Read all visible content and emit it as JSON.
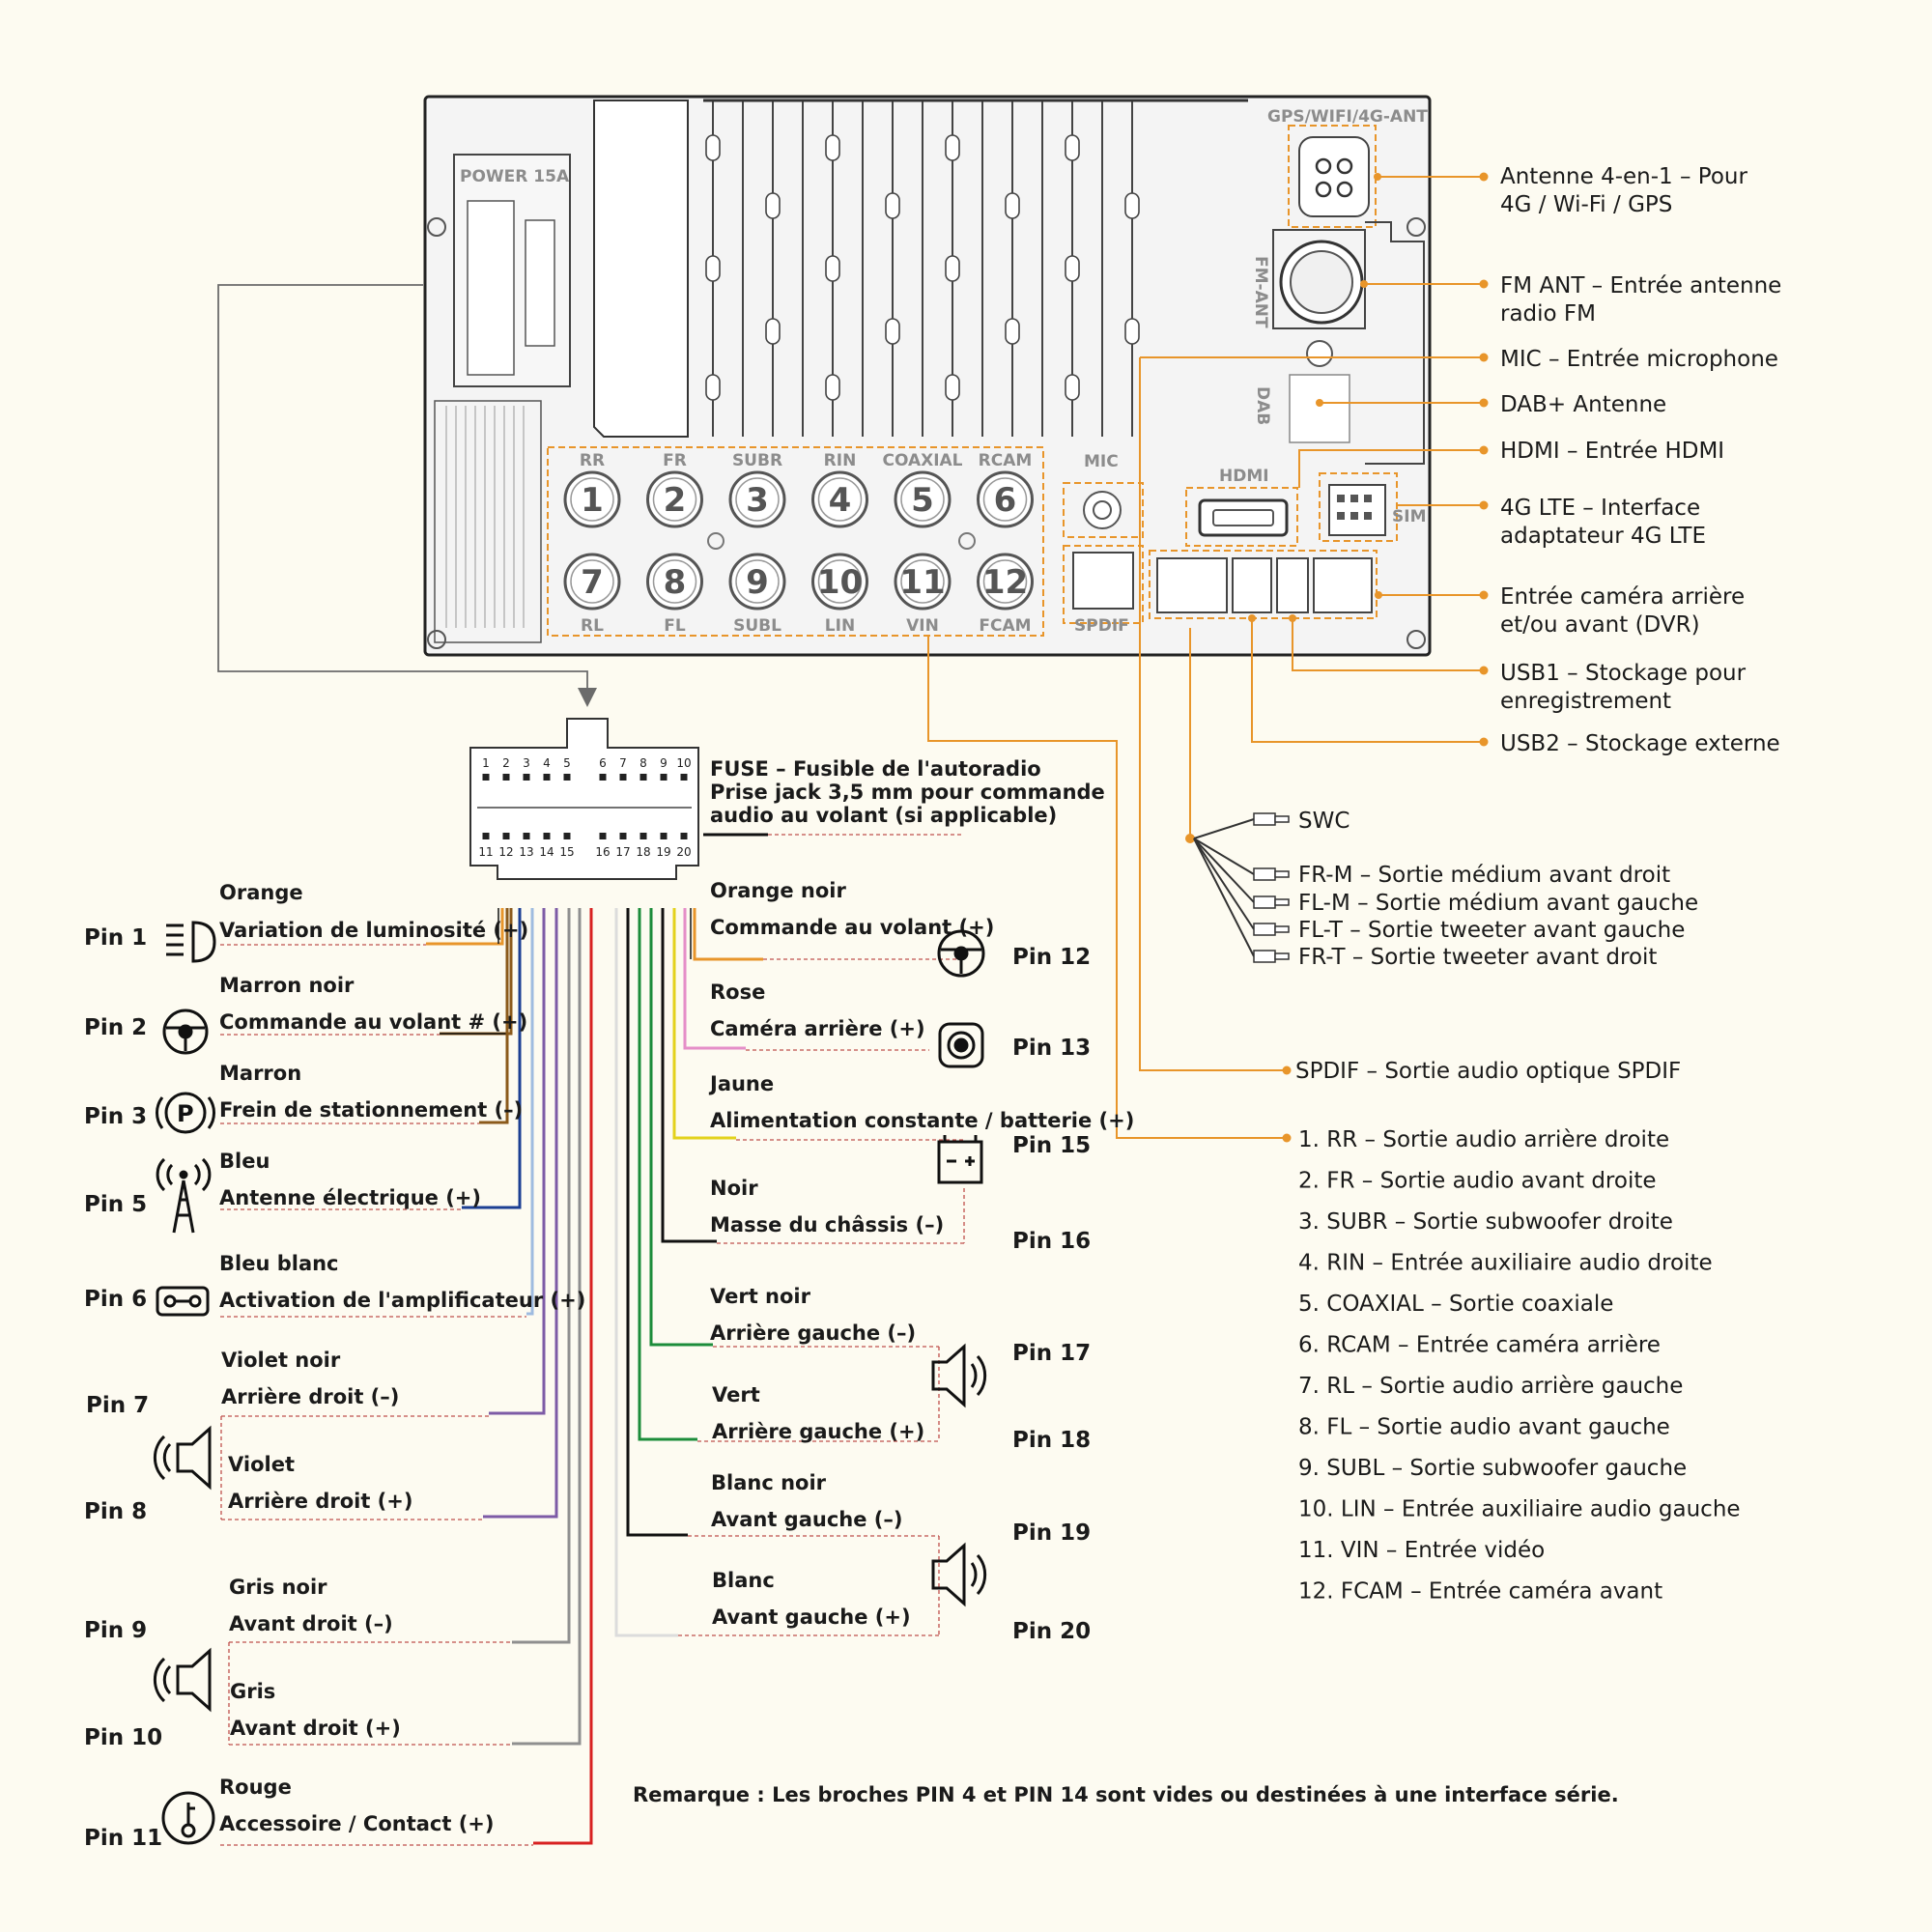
{
  "colors": {
    "orange": "#e8952a",
    "brown": "#8b5a1b",
    "blue": "#1c3f93",
    "light_blue": "#9ebbe0",
    "violet": "#7d5ba6",
    "gray": "#8f8f8f",
    "red": "#d82121",
    "pink": "#e58ec8",
    "yellow": "#e3d21c",
    "black": "#111111",
    "green": "#1c8c3a",
    "white": "#dcdcdc",
    "connector_gray": "#6b6b6b"
  },
  "head_unit": {
    "power": "POWER 15A",
    "gps": "GPS/WIFI/4G-ANT",
    "fm": "FM-ANT",
    "dab": "DAB",
    "mic": "MIC",
    "hdmi": "HDMI",
    "sim": "SIM",
    "spdif": "SPDIF",
    "rca_top": [
      {
        "num": "1",
        "label": "RR"
      },
      {
        "num": "2",
        "label": "FR"
      },
      {
        "num": "3",
        "label": "SUBR"
      },
      {
        "num": "4",
        "label": "RIN"
      },
      {
        "num": "5",
        "label": "COAXIAL"
      },
      {
        "num": "6",
        "label": "RCAM"
      }
    ],
    "rca_bottom": [
      {
        "num": "7",
        "label": "RL"
      },
      {
        "num": "8",
        "label": "FL"
      },
      {
        "num": "9",
        "label": "SUBL"
      },
      {
        "num": "10",
        "label": "LIN"
      },
      {
        "num": "11",
        "label": "VIN"
      },
      {
        "num": "12",
        "label": "FCAM"
      }
    ]
  },
  "right_callouts": [
    {
      "l1": "Antenne 4-en-1 – Pour",
      "l2": "4G / Wi-Fi / GPS"
    },
    {
      "l1": "FM ANT – Entrée antenne",
      "l2": "radio FM"
    },
    {
      "l1": "MIC – Entrée microphone",
      "l2": ""
    },
    {
      "l1": "DAB+ Antenne",
      "l2": ""
    },
    {
      "l1": " HDMI – Entrée HDMI",
      "l2": ""
    },
    {
      "l1": "4G LTE – Interface",
      "l2": "adaptateur 4G LTE"
    },
    {
      "l1": "Entrée caméra arrière",
      "l2": "et/ou avant (DVR)"
    },
    {
      "l1": "USB1 – Stockage pour",
      "l2": "enregistrement"
    },
    {
      "l1": "USB2 – Stockage externe",
      "l2": ""
    }
  ],
  "plug": {
    "top_numbers": [
      "1",
      "2",
      "3",
      "4",
      "5",
      "6",
      "7",
      "8",
      "9",
      "10"
    ],
    "bottom_numbers": [
      "11",
      "12",
      "13",
      "14",
      "15",
      "16",
      "17",
      "18",
      "19",
      "20"
    ]
  },
  "fuse": {
    "l1": "FUSE – Fusible de l'autoradio",
    "l2": "Prise jack 3,5 mm pour commande",
    "l3": "audio au volant (si applicable)"
  },
  "swc_harness": {
    "swc": "SWC",
    "lines": [
      "FR-M – Sortie médium avant droit",
      "FL-M – Sortie médium avant gauche",
      "FL-T – Sortie tweeter avant gauche",
      "FR-T – Sortie tweeter avant droit"
    ]
  },
  "spdif_callout": "SPDIF – Sortie audio optique SPDIF",
  "rca_list": [
    "1. RR – Sortie audio arrière droite",
    "2. FR – Sortie audio avant droite",
    "3. SUBR – Sortie subwoofer droite",
    "4. RIN – Entrée auxiliaire audio droite",
    "5. COAXIAL – Sortie coaxiale",
    "6. RCAM – Entrée caméra arrière",
    "7. RL – Sortie audio arrière gauche",
    "8. FL – Sortie audio avant gauche",
    "9. SUBL – Sortie subwoofer gauche",
    "10. LIN – Entrée auxiliaire audio gauche",
    "11. VIN – Entrée vidéo",
    "12. FCAM – Entrée caméra avant"
  ],
  "left_pins": [
    {
      "pin": "Pin 1",
      "color": "Orange",
      "function": "Variation de luminosité (+)"
    },
    {
      "pin": "Pin 2",
      "color": "Marron noir",
      "function": "Commande au volant # (+)"
    },
    {
      "pin": "Pin 3",
      "color": "Marron",
      "function": "Frein de stationnement (–)"
    },
    {
      "pin": "Pin 5",
      "color": "Bleu",
      "function": "Antenne électrique (+)"
    },
    {
      "pin": "Pin 6",
      "color": "Bleu blanc",
      "function": "Activation de l'amplificateur (+)"
    },
    {
      "pin": "Pin 7",
      "color": "Violet noir",
      "function": "Arrière droit (–)"
    },
    {
      "pin": "Pin 8",
      "color": "Violet",
      "function": "Arrière droit (+)"
    },
    {
      "pin": "Pin 9",
      "color": "Gris noir",
      "function": "Avant droit (–)"
    },
    {
      "pin": "Pin 10",
      "color": "Gris",
      "function": "Avant droit (+)"
    },
    {
      "pin": "Pin 11",
      "color": "Rouge",
      "function": "Accessoire / Contact (+)"
    }
  ],
  "right_pins": [
    {
      "pin": "Pin 12",
      "color": "Orange noir",
      "function": "Commande au volant (+)"
    },
    {
      "pin": "Pin 13",
      "color": "Rose",
      "function": "Caméra arrière (+)"
    },
    {
      "pin": "Pin 15",
      "color": "Jaune",
      "function": "Alimentation constante / batterie (+)"
    },
    {
      "pin": "Pin 16",
      "color": "Noir",
      "function": "Masse du châssis (–)"
    },
    {
      "pin": "Pin 17",
      "color": "Vert noir",
      "function": "Arrière gauche (–)"
    },
    {
      "pin": "Pin 18",
      "color": "Vert",
      "function": "Arrière gauche (+)"
    },
    {
      "pin": "Pin 19",
      "color": "Blanc noir",
      "function": "Avant gauche (–)"
    },
    {
      "pin": "Pin 20",
      "color": "Blanc",
      "function": "Avant gauche (+)"
    }
  ],
  "note": "Remarque : Les broches PIN 4 et PIN 14 sont vides ou destinées à une interface série."
}
